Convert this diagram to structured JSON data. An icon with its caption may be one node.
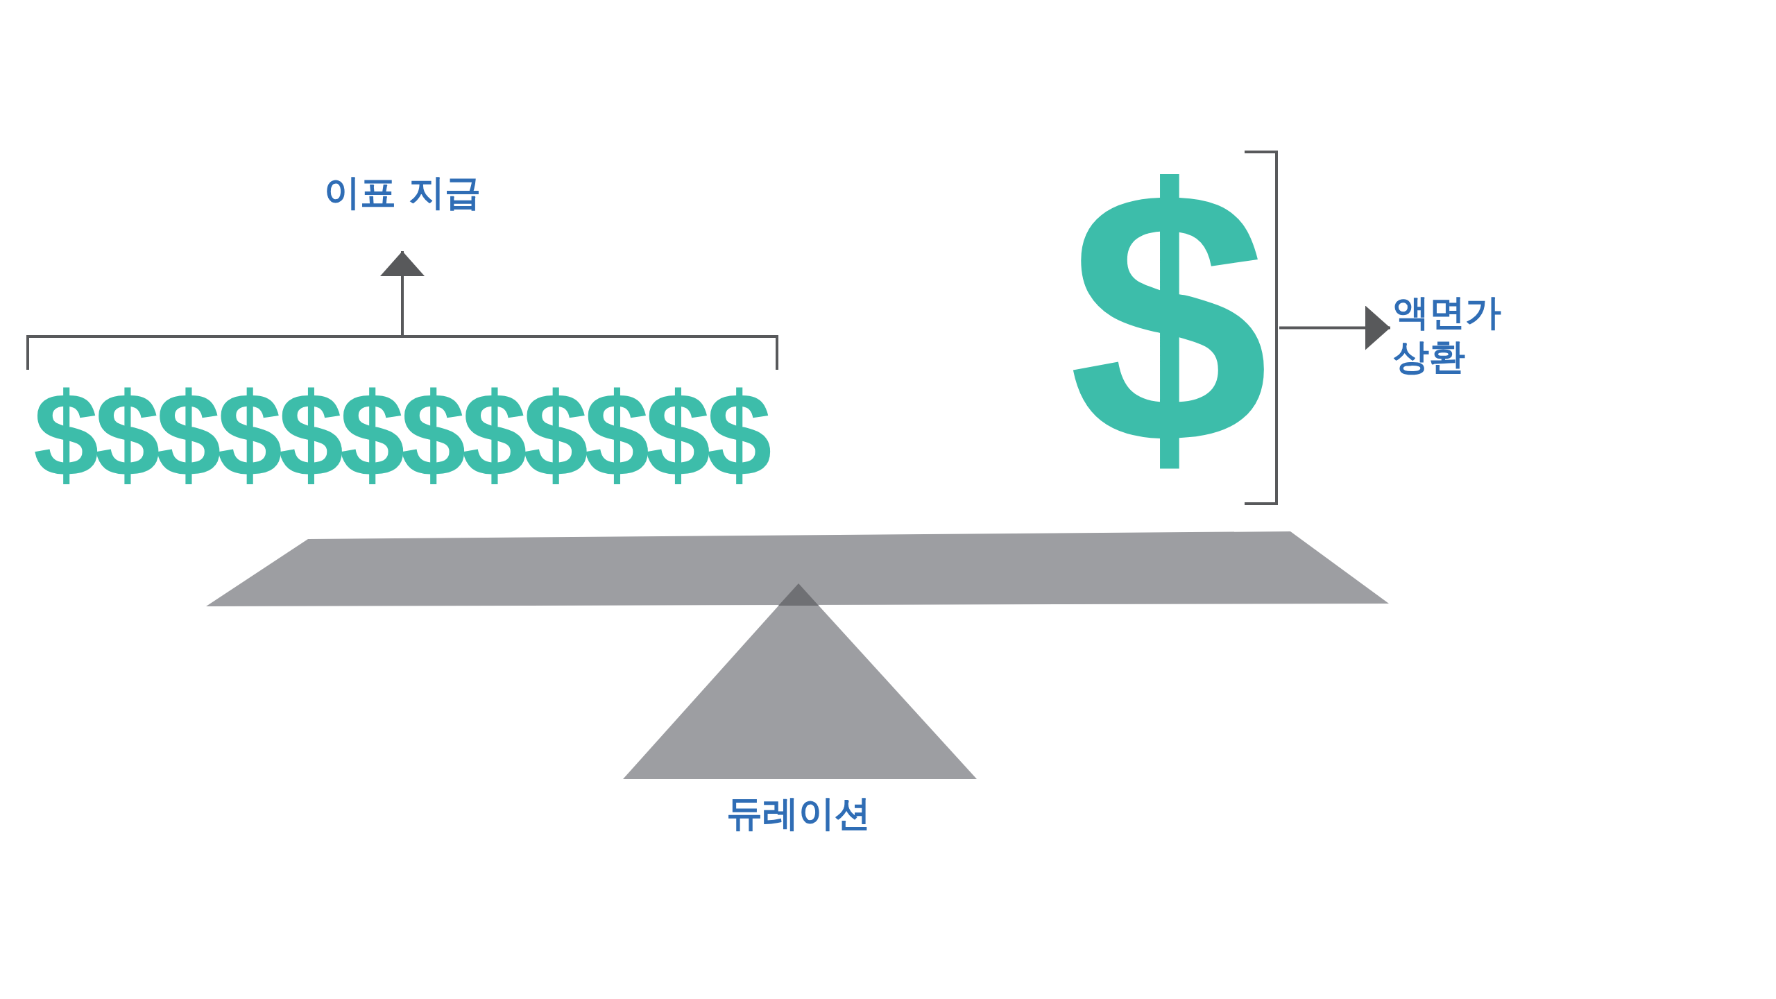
{
  "diagram": {
    "nodes": [
      {
        "text": [
          "$",
          "$",
          "$",
          "$",
          "$",
          "$",
          "$",
          "$",
          "$",
          "$",
          "$",
          "$"
        ]
      },
      {
        "text": [
          "이표 지급"
        ]
      },
      {
        "text": [
          "$"
        ]
      },
      {
        "text": [
          "액면가 상환"
        ]
      }
    ],
    "edges": [
      {
        "from": 0,
        "to": 1,
        "arrow": "to"
      },
      {
        "from": 2,
        "to": 3,
        "arrow": "to"
      }
    ],
    "labels": [
      "듀레이션"
    ]
  }
}
